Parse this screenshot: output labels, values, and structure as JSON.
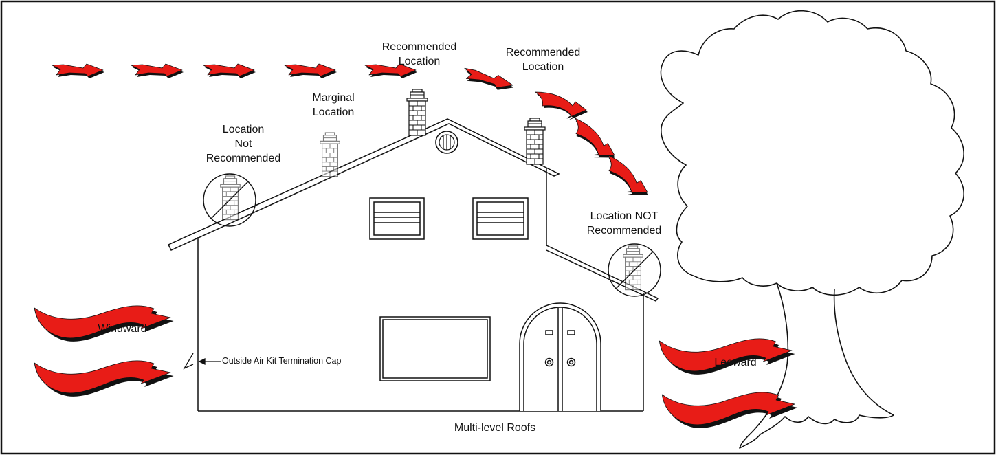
{
  "colors": {
    "arrow_fill": "#e81c17",
    "arrow_shadow": "#111111",
    "line": "#111111",
    "background": "#ffffff"
  },
  "labels": {
    "location_not_recommended_left": [
      "Location",
      "Not",
      "Recommended"
    ],
    "marginal_location": [
      "Marginal",
      "Location"
    ],
    "recommended_location_1": [
      "Recommended",
      "Location"
    ],
    "recommended_location_2": [
      "Recommended",
      "Location"
    ],
    "location_not_recommended_right": [
      "Location NOT",
      "Recommended"
    ],
    "windward": "Windward",
    "leeward": "Leeward",
    "outside_air_kit": "Outside Air Kit Termination Cap",
    "caption": "Multi-level Roofs"
  },
  "icons": {
    "chimney": "chimney-icon",
    "prohibited": "prohibited-icon",
    "wind_arrow": "wind-arrow-icon",
    "tree": "tree-icon",
    "house": "house-icon",
    "termination_cap": "termination-cap-icon"
  }
}
